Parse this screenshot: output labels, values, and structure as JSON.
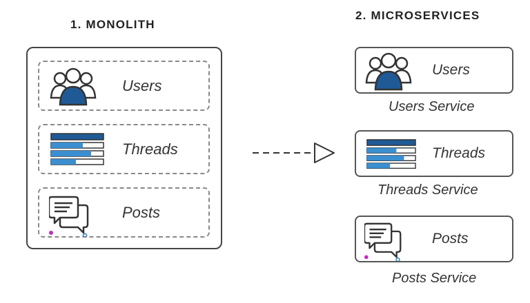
{
  "monolith": {
    "title": "1. MONOLITH",
    "modules": [
      {
        "label": "Users",
        "icon": "users-icon"
      },
      {
        "label": "Threads",
        "icon": "threads-icon"
      },
      {
        "label": "Posts",
        "icon": "posts-icon"
      }
    ]
  },
  "microservices": {
    "title": "2. MICROSERVICES",
    "services": [
      {
        "label": "Users",
        "caption": "Users Service",
        "icon": "users-icon"
      },
      {
        "label": "Threads",
        "caption": "Threads Service",
        "icon": "threads-icon"
      },
      {
        "label": "Posts",
        "caption": "Posts Service",
        "icon": "posts-icon"
      }
    ]
  },
  "colors": {
    "accent_dark": "#1f5a96",
    "accent_light": "#3b8fd0",
    "dot_magenta": "#c02fc0",
    "dot_blue": "#2d7fbf"
  }
}
